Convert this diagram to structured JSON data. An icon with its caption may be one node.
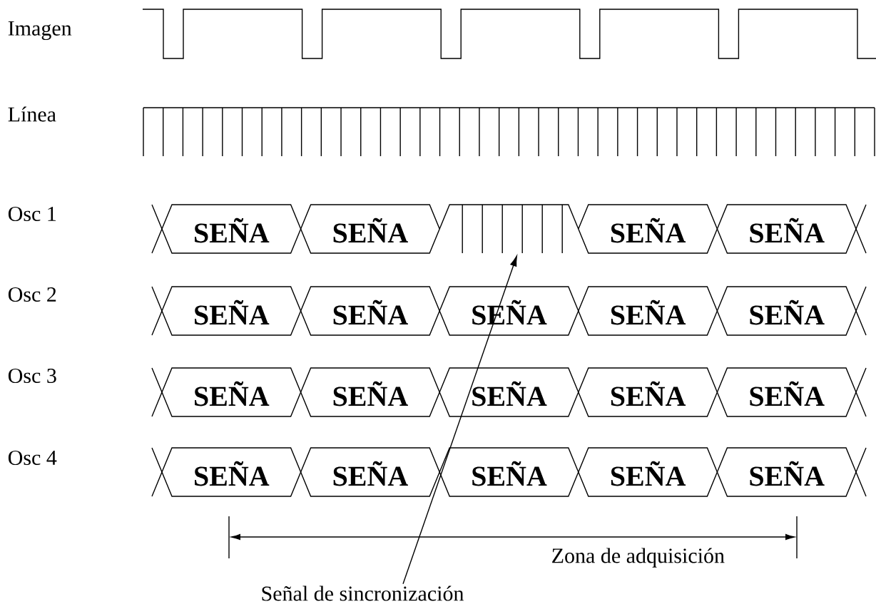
{
  "diagram": {
    "nodes": [
      {
        "text": [
          "SEÑA"
        ]
      },
      {
        "text": [
          "SEÑA"
        ]
      },
      {
        "text": [],
        "shape": "box"
      },
      {
        "text": [
          "SEÑA"
        ]
      },
      {
        "text": [
          "SEÑA"
        ]
      },
      {
        "text": [
          "SEÑA"
        ]
      },
      {
        "text": [
          "SEÑA"
        ]
      },
      {
        "text": [
          "SEÑA"
        ]
      },
      {
        "text": [
          "SEÑA"
        ]
      },
      {
        "text": [
          "SEÑA"
        ]
      },
      {
        "text": [
          "SEÑA"
        ]
      },
      {
        "text": [
          "SEÑA"
        ]
      },
      {
        "text": [
          "SEÑA"
        ]
      },
      {
        "text": [
          "SEÑA"
        ]
      },
      {
        "text": [
          "SEÑA"
        ]
      },
      {
        "text": [
          "SEÑA"
        ]
      },
      {
        "text": [
          "SEÑA"
        ]
      },
      {
        "text": [
          "SEÑA"
        ]
      },
      {
        "text": [
          "SEÑA"
        ]
      },
      {
        "text": [
          "SEÑA"
        ]
      },
      {
        "text": [
          "Señal de sincronización"
        ]
      }
    ],
    "edges": [
      {
        "from": 20,
        "to": 2,
        "arrow": "to"
      }
    ],
    "labels": [
      "Imagen",
      "Línea",
      "Osc 1",
      "Osc 2",
      "Osc 3",
      "Osc 4",
      "Zona de adquisición"
    ]
  }
}
